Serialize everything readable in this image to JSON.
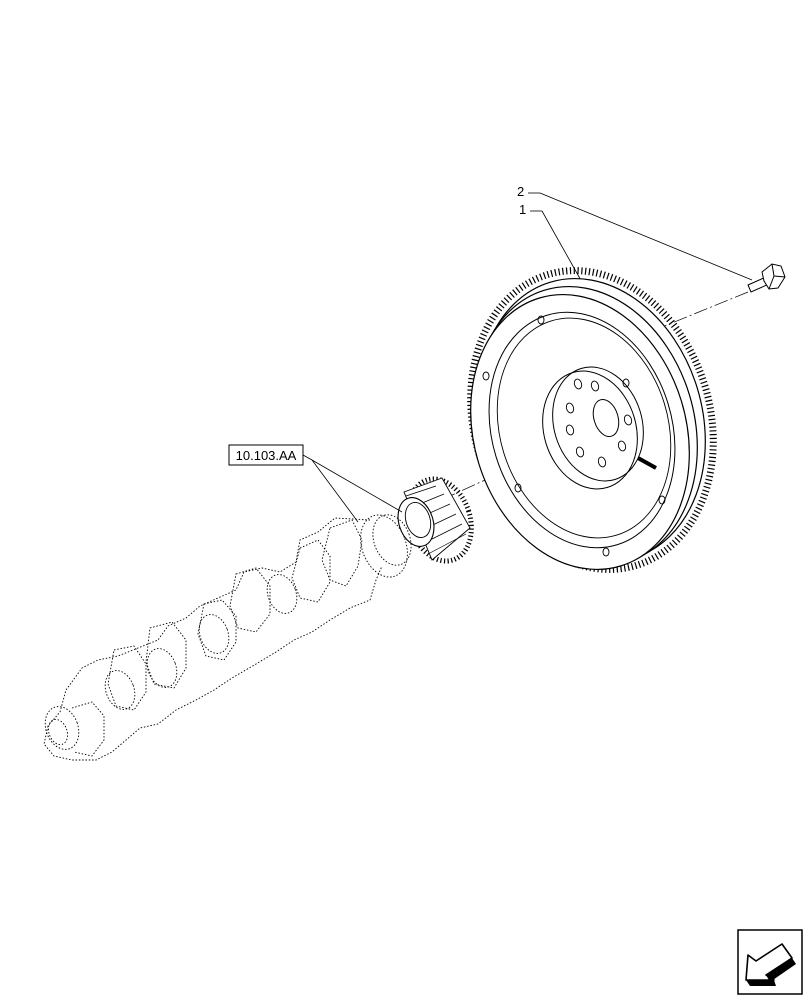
{
  "callouts": {
    "item_2": "2",
    "item_1": "1"
  },
  "reference_box": {
    "label": "10.103.AA"
  },
  "nav_icon": {
    "name": "next-page-arrow-icon"
  },
  "colors": {
    "line": "#000000",
    "background": "#ffffff"
  }
}
